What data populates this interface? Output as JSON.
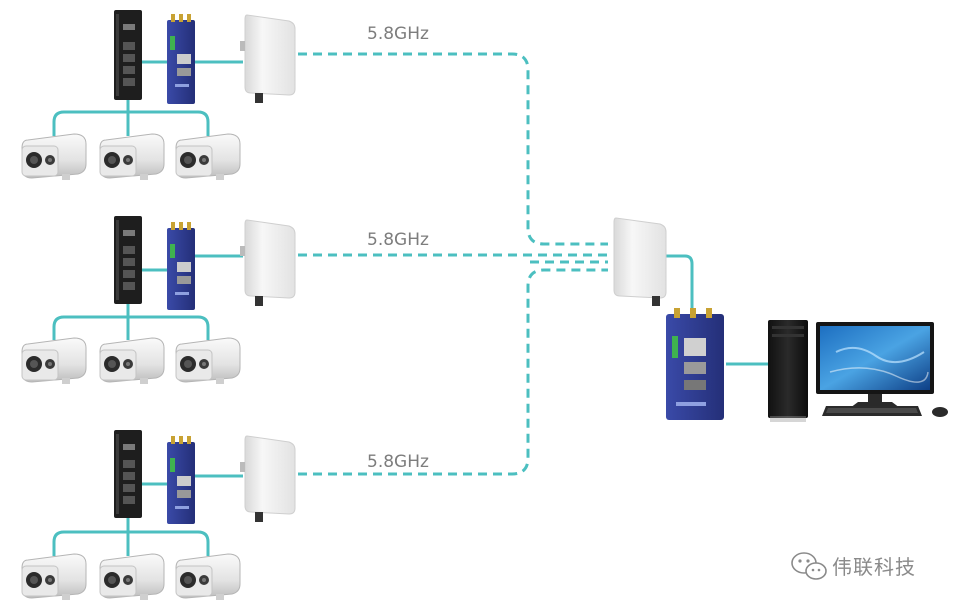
{
  "links": [
    {
      "frequency": "5.8GHz"
    },
    {
      "frequency": "5.8GHz"
    },
    {
      "frequency": "5.8GHz"
    }
  ],
  "watermark": {
    "text": "伟联科技"
  },
  "colors": {
    "cable": "#4cbfc0",
    "wireless": "#4cbfc0",
    "router_blue": "#2e3a8c",
    "switch_black": "#1e1e1e",
    "antenna_white": "#f1f1f1"
  },
  "icons": [
    "camera-icon",
    "switch-icon",
    "router-icon",
    "antenna-icon",
    "pc-tower-icon",
    "monitor-icon",
    "keyboard-icon",
    "mouse-icon",
    "wechat-icon"
  ]
}
